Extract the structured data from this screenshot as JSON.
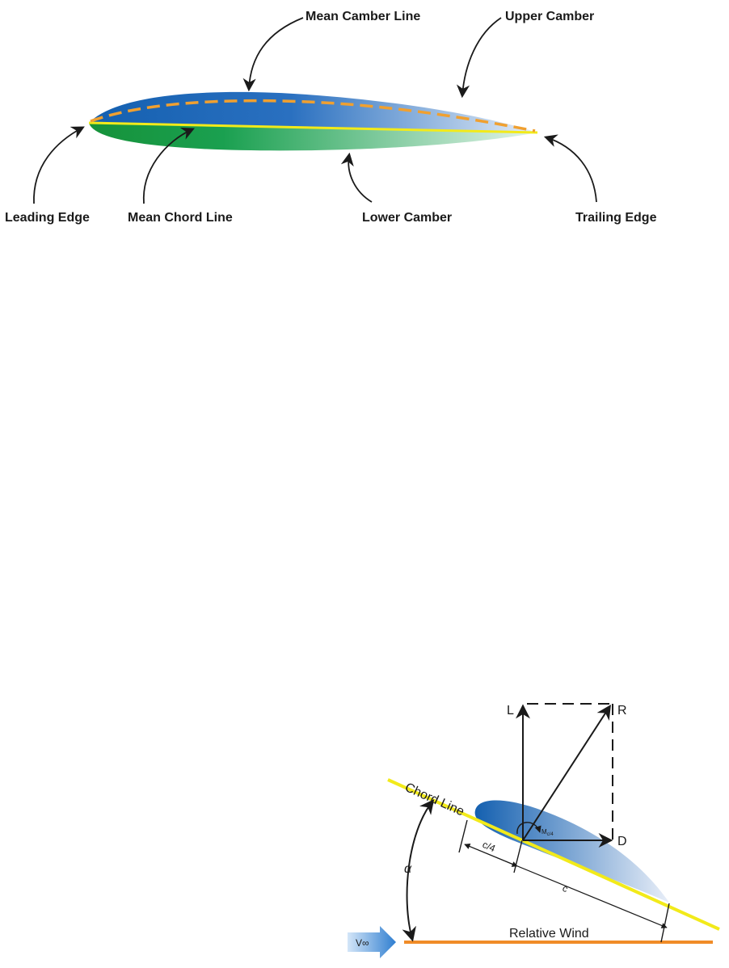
{
  "diagram1": {
    "labels": {
      "mean_camber_line": "Mean Camber Line",
      "upper_camber": "Upper Camber",
      "leading_edge": "Leading Edge",
      "mean_chord_line": "Mean Chord Line",
      "lower_camber": "Lower Camber",
      "trailing_edge": "Trailing Edge"
    },
    "colors": {
      "upper_surface": "#1565b8",
      "lower_surface": "#1a9a3a",
      "chord_line": "#f2ea1a",
      "camber_line": "#f0a030"
    }
  },
  "diagram2": {
    "labels": {
      "lift": "L",
      "resultant": "R",
      "drag": "D",
      "moment": "M",
      "moment_subscript": "c/4",
      "quarter_chord": "c/4",
      "chord": "c",
      "chord_line": "Chord Line",
      "alpha": "α",
      "freestream": "V∞",
      "relative_wind": "Relative Wind"
    },
    "colors": {
      "chord_line": "#f2ea1a",
      "relative_wind": "#f08c28",
      "airfoil": "#1565b8",
      "freestream_arrow": "#3a8ad8"
    }
  }
}
